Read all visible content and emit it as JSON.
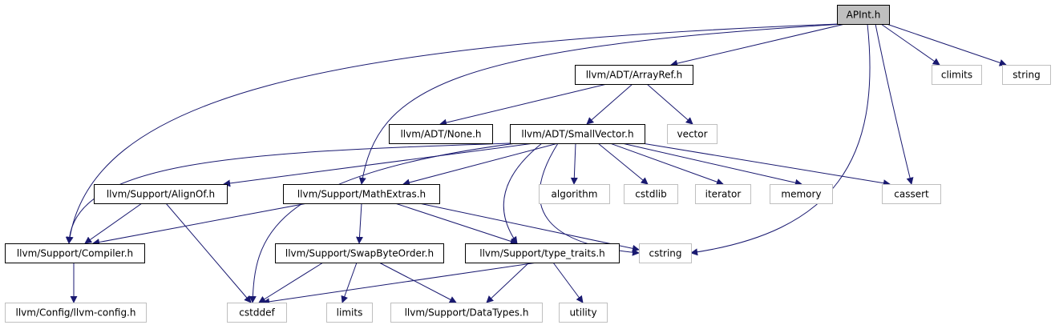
{
  "colors": {
    "edge": "#191970",
    "focus_fill": "#bfbfbf",
    "local_border": "#000000",
    "external_border": "#bfbfbf",
    "text": "#000000"
  },
  "nodes": [
    {
      "id": "apint",
      "label": "APInt.h",
      "kind": "focus"
    },
    {
      "id": "arrayref",
      "label": "llvm/ADT/ArrayRef.h",
      "kind": "local"
    },
    {
      "id": "climits",
      "label": "climits",
      "kind": "external"
    },
    {
      "id": "string",
      "label": "string",
      "kind": "external"
    },
    {
      "id": "none",
      "label": "llvm/ADT/None.h",
      "kind": "local"
    },
    {
      "id": "smallvector",
      "label": "llvm/ADT/SmallVector.h",
      "kind": "local"
    },
    {
      "id": "vector",
      "label": "vector",
      "kind": "external"
    },
    {
      "id": "alignof",
      "label": "llvm/Support/AlignOf.h",
      "kind": "local"
    },
    {
      "id": "mathextras",
      "label": "llvm/Support/MathExtras.h",
      "kind": "local"
    },
    {
      "id": "algorithm",
      "label": "algorithm",
      "kind": "external"
    },
    {
      "id": "cstdlib",
      "label": "cstdlib",
      "kind": "external"
    },
    {
      "id": "iterator",
      "label": "iterator",
      "kind": "external"
    },
    {
      "id": "memory",
      "label": "memory",
      "kind": "external"
    },
    {
      "id": "cassert",
      "label": "cassert",
      "kind": "external"
    },
    {
      "id": "compiler",
      "label": "llvm/Support/Compiler.h",
      "kind": "local"
    },
    {
      "id": "swapbyteorder",
      "label": "llvm/Support/SwapByteOrder.h",
      "kind": "local"
    },
    {
      "id": "typetraits",
      "label": "llvm/Support/type_traits.h",
      "kind": "local"
    },
    {
      "id": "cstring",
      "label": "cstring",
      "kind": "external"
    },
    {
      "id": "llvmconfig",
      "label": "llvm/Config/llvm-config.h",
      "kind": "external"
    },
    {
      "id": "cstddef",
      "label": "cstddef",
      "kind": "external"
    },
    {
      "id": "limits",
      "label": "limits",
      "kind": "external"
    },
    {
      "id": "datatypes",
      "label": "llvm/Support/DataTypes.h",
      "kind": "external"
    },
    {
      "id": "utility",
      "label": "utility",
      "kind": "external"
    }
  ],
  "edges": [
    {
      "from": "apint",
      "to": "arrayref"
    },
    {
      "from": "apint",
      "to": "climits"
    },
    {
      "from": "apint",
      "to": "string"
    },
    {
      "from": "apint",
      "to": "mathextras"
    },
    {
      "from": "apint",
      "to": "compiler"
    },
    {
      "from": "apint",
      "to": "cassert"
    },
    {
      "from": "apint",
      "to": "cstring"
    },
    {
      "from": "arrayref",
      "to": "none"
    },
    {
      "from": "arrayref",
      "to": "smallvector"
    },
    {
      "from": "arrayref",
      "to": "vector"
    },
    {
      "from": "smallvector",
      "to": "alignof"
    },
    {
      "from": "smallvector",
      "to": "mathextras"
    },
    {
      "from": "smallvector",
      "to": "algorithm"
    },
    {
      "from": "smallvector",
      "to": "cstdlib"
    },
    {
      "from": "smallvector",
      "to": "iterator"
    },
    {
      "from": "smallvector",
      "to": "memory"
    },
    {
      "from": "smallvector",
      "to": "cassert"
    },
    {
      "from": "smallvector",
      "to": "compiler"
    },
    {
      "from": "smallvector",
      "to": "cstddef"
    },
    {
      "from": "smallvector",
      "to": "typetraits"
    },
    {
      "from": "smallvector",
      "to": "cstring"
    },
    {
      "from": "alignof",
      "to": "compiler"
    },
    {
      "from": "alignof",
      "to": "cstddef"
    },
    {
      "from": "mathextras",
      "to": "compiler"
    },
    {
      "from": "mathextras",
      "to": "swapbyteorder"
    },
    {
      "from": "mathextras",
      "to": "typetraits"
    },
    {
      "from": "mathextras",
      "to": "cstring"
    },
    {
      "from": "compiler",
      "to": "llvmconfig"
    },
    {
      "from": "swapbyteorder",
      "to": "cstddef"
    },
    {
      "from": "swapbyteorder",
      "to": "limits"
    },
    {
      "from": "swapbyteorder",
      "to": "datatypes"
    },
    {
      "from": "typetraits",
      "to": "cstddef"
    },
    {
      "from": "typetraits",
      "to": "datatypes"
    },
    {
      "from": "typetraits",
      "to": "utility"
    }
  ]
}
